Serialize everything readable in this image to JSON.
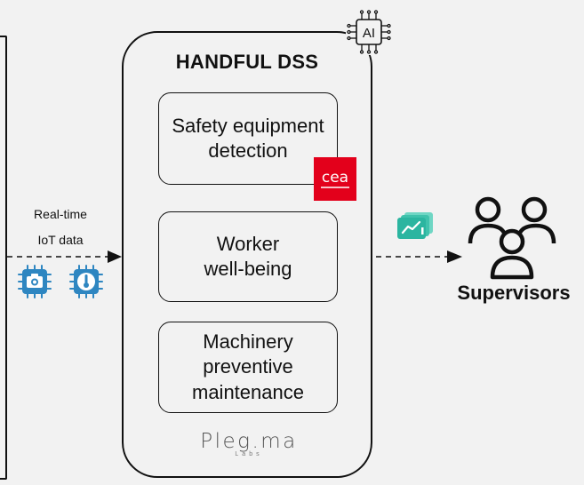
{
  "system": {
    "title": "HANDFUL DSS",
    "ai_badge": "AI"
  },
  "modules": [
    {
      "lines": [
        "Safety equipment",
        "detection"
      ]
    },
    {
      "lines": [
        "Worker",
        "well-being"
      ]
    },
    {
      "lines": [
        "Machinery",
        "preventive",
        "maintenance"
      ]
    }
  ],
  "input": {
    "line1": "Real-time",
    "line2": "IoT data"
  },
  "output": {
    "label": "Supervisors"
  },
  "logos": {
    "cea": "cea",
    "plegma_main": "Pleg.ma",
    "plegma_sub": "Labs"
  },
  "icons": {
    "ai": "ai-chip-icon",
    "sensors": [
      "camera-chip-icon",
      "thermometer-chip-icon"
    ],
    "dashboard": "dashboard-chart-icon",
    "users": "users-group-icon"
  },
  "colors": {
    "stroke": "#111111",
    "cea_red": "#e3001b",
    "chip_blue": "#2e86c1",
    "dashboard_teal": "#2bb5a0",
    "background": "#f2f2f2"
  }
}
